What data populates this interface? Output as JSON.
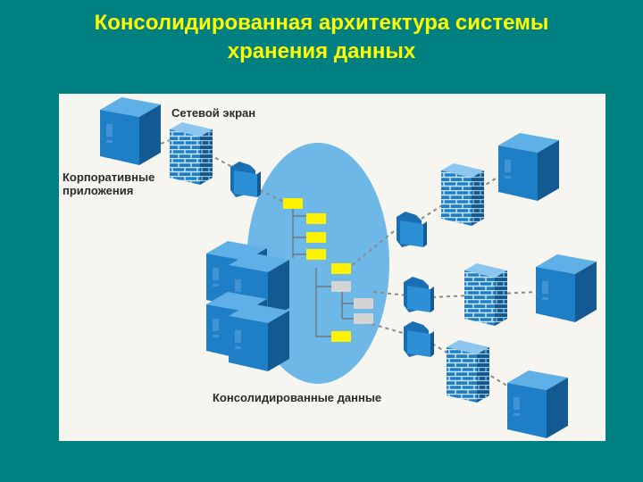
{
  "slide": {
    "title_line1": "Консолидированная архитектура системы",
    "title_line2": "хранения данных"
  },
  "labels": {
    "firewall": "Сетевой экран",
    "corp_apps_line1": "Корпоративные",
    "corp_apps_line2": "приложения",
    "consolidated_data": "Консолидированные данные"
  },
  "colors": {
    "background": "#008080",
    "title": "#ffff00",
    "panel": "#f7f5f0",
    "server_blue": "#1f7fc6",
    "ellipse_blue": "#6db8e6",
    "folder_yellow": "#fff200",
    "folder_gray": "#d4d4d4",
    "dashed_line": "#8a8a8a"
  },
  "icons": [
    "server-icon",
    "server-cluster-icon",
    "firewall-icon",
    "folder-icon"
  ]
}
